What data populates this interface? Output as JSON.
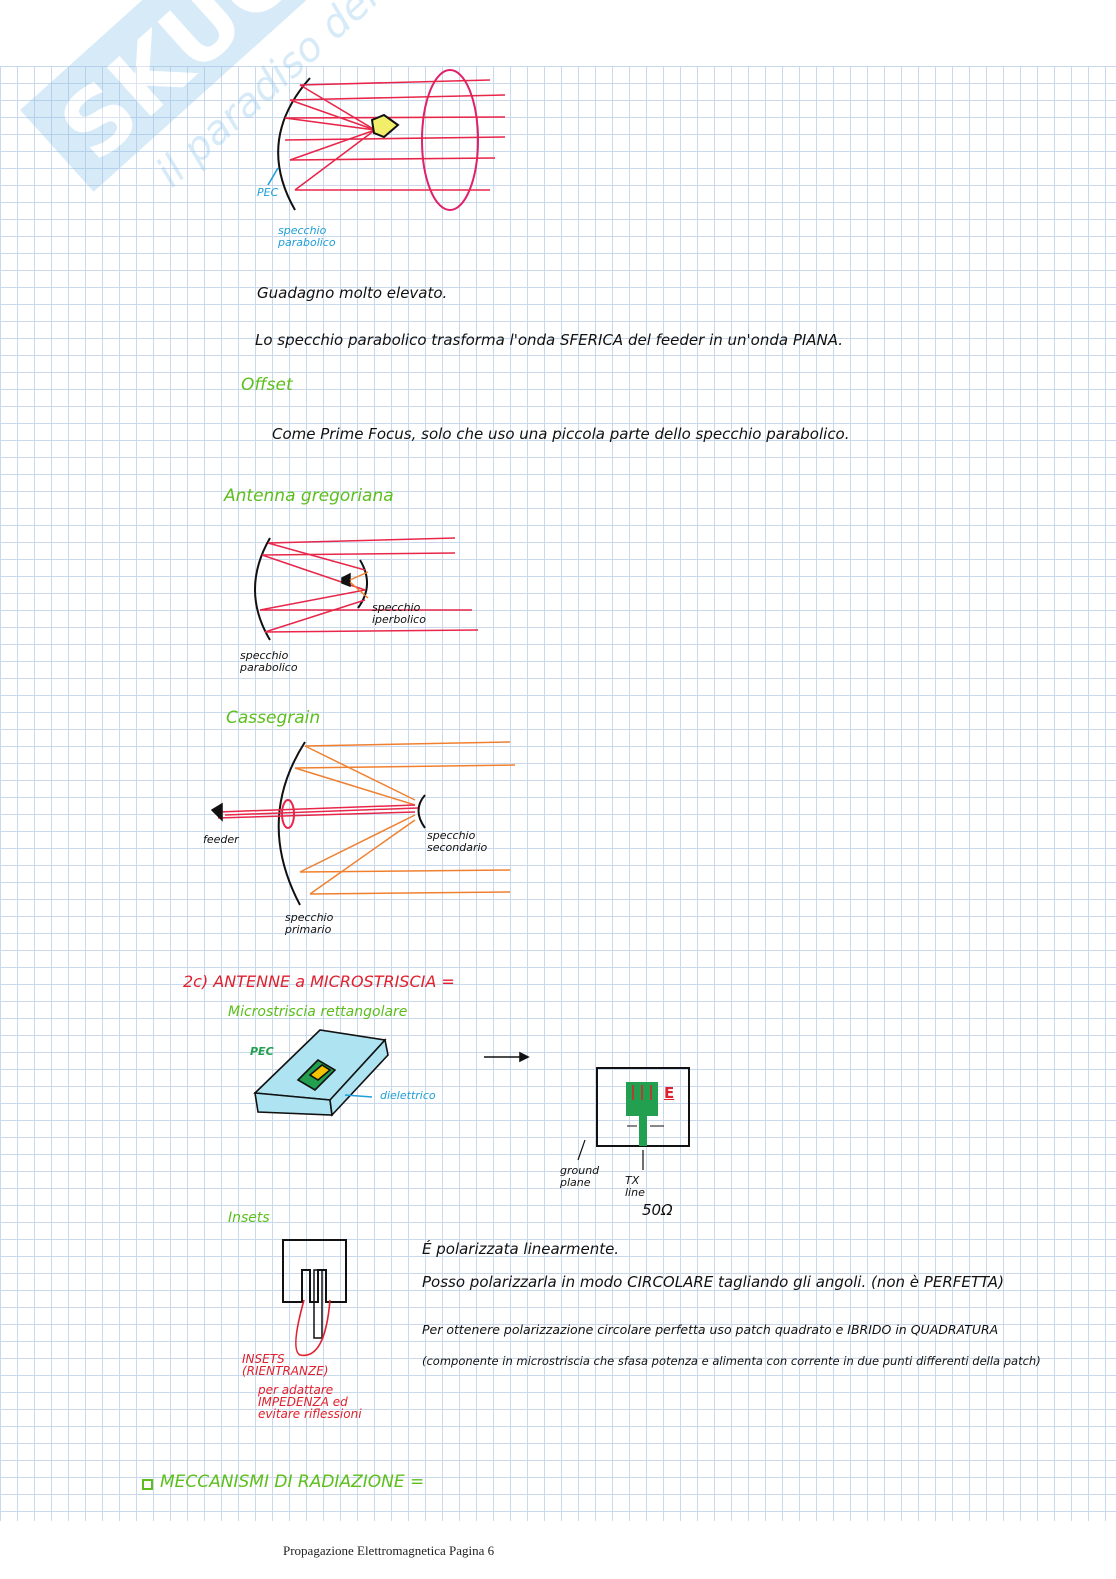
{
  "watermark": {
    "logo": "SKUOLA.NET",
    "tagline": "il paradiso dello studente"
  },
  "prime_focus": {
    "pec_label": "PEC",
    "mirror_label": "specchio parabolico"
  },
  "notes": {
    "gain": "Guadagno molto elevato.",
    "parabolic": "Lo specchio parabolico trasforma l'onda SFERICA del feeder in un'onda PIANA.",
    "offset_title": "Offset",
    "offset_text": "Come Prime Focus, solo che uso una piccola parte dello specchio parabolico."
  },
  "gregorian": {
    "title": "Antenna gregoriana",
    "hyperbolic_label": "specchio iperbolico",
    "parabolic_label": "specchio parabolico"
  },
  "cassegrain": {
    "title": "Cassegrain",
    "feeder_label": "feeder",
    "secondary_label": "specchio secondario",
    "primary_label": "specchio primario"
  },
  "microstrip": {
    "heading": "2c) ANTENNE a MICROSTRISCIA =",
    "subtitle": "Microstriscia rettangolare",
    "pec_label": "PEC",
    "dielectric_label": "dielettrico",
    "e_label": "E",
    "ground_label": "ground plane",
    "tx_label": "TX line",
    "impedance": "50Ω"
  },
  "insets": {
    "title": "Insets",
    "annotation_title": "INSETS (RIENTRANZE)",
    "annotation_text": "per adattare IMPEDENZA ed evitare riflessioni",
    "line1": "É polarizzata linearmente.",
    "line2": "Posso polarizzarla in modo CIRCOLARE tagliando gli angoli. (non è PERFETTA)",
    "line3": "Per ottenere polarizzazione circolare perfetta uso patch quadrato e IBRIDO in QUADRATURA",
    "line4": "(componente in microstriscia che sfasa potenza e alimenta con corrente in due punti differenti della patch)"
  },
  "radiation": {
    "heading": "MECCANISMI DI RADIAZIONE ="
  },
  "footer": "Propagazione Elettromagnetica Pagina 6"
}
